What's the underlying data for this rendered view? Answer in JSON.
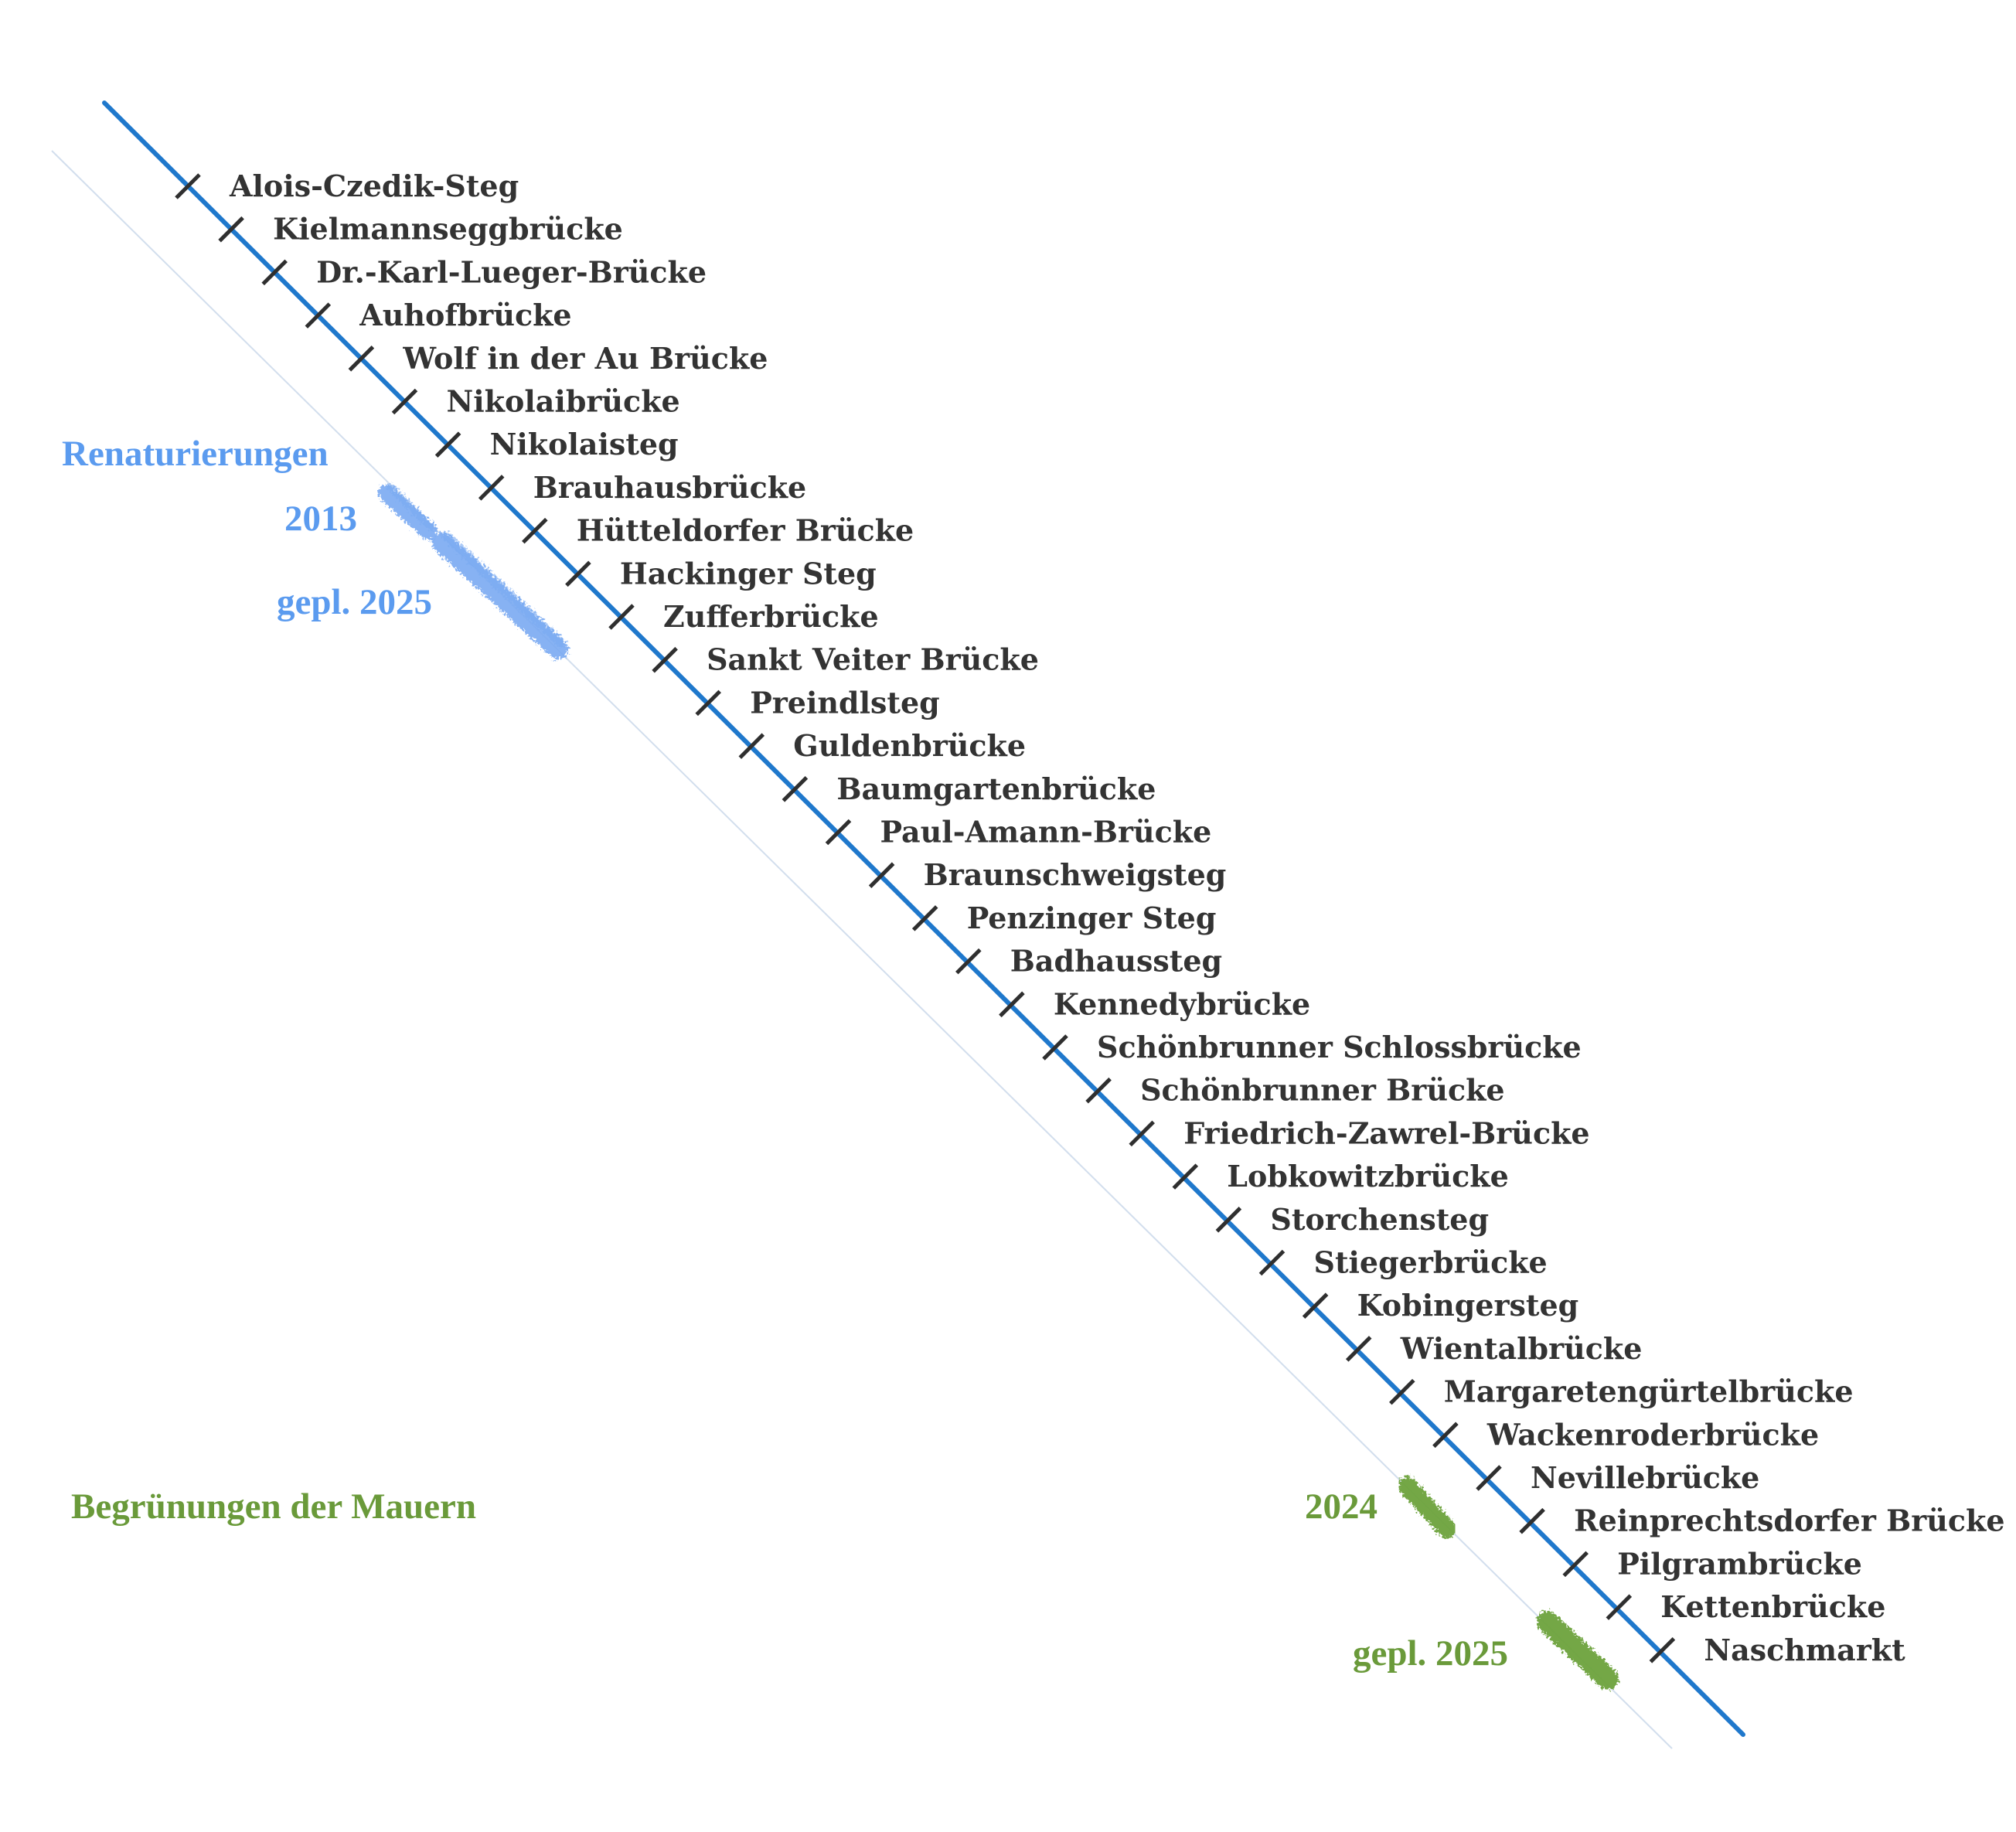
{
  "river": {
    "line_color": "#1f78cc",
    "tick_color": "#2f2f2f",
    "bridges": [
      "Alois-Czedik-Steg",
      "Kielmannseggbrücke",
      "Dr.-Karl-Lueger-Brücke",
      "Auhofbrücke",
      "Wolf in der Au Brücke",
      "Nikolaibrücke",
      "Nikolaisteg",
      "Brauhausbrücke",
      "Hütteldorfer Brücke",
      "Hackinger Steg",
      "Zufferbrücke",
      "Sankt Veiter Brücke",
      "Preindlsteg",
      "Guldenbrücke",
      "Baumgartenbrücke",
      "Paul-Amann-Brücke",
      "Braunschweigsteg",
      "Penzinger Steg",
      "Badhaussteg",
      "Kennedybrücke",
      "Schönbrunner Schlossbrücke",
      "Schönbrunner Brücke",
      "Friedrich-Zawrel-Brücke",
      "Lobkowitzbrücke",
      "Storchensteg",
      "Stiegerbrücke",
      "Kobingersteg",
      "Wientalbrücke",
      "Margaretengürtelbrücke",
      "Wackenroderbrücke",
      "Nevillebrücke",
      "Reinprechtsdorfer Brücke",
      "Pilgrambrücke",
      "Kettenbrücke",
      "Naschmarkt"
    ]
  },
  "renaturierungen": {
    "title": "Renaturierungen",
    "color": "#5b9bef",
    "swatch_color": "#7aaaf2",
    "label_2013": "2013",
    "label_2025": "gepl. 2025"
  },
  "begruenungen": {
    "title": "Begrünungen der Mauern",
    "color": "#6a9a3a",
    "swatch_color": "#6ea33c",
    "label_2024": "2024",
    "label_2025": "gepl. 2025"
  }
}
